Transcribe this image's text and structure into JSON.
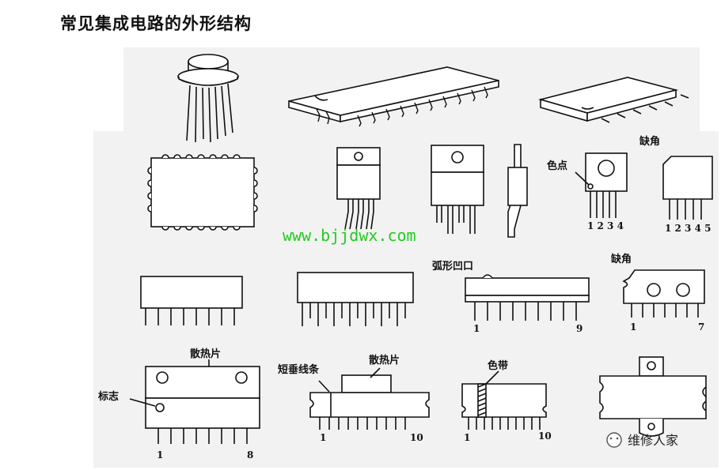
{
  "title": "常见集成电路的外形结构",
  "labels": {
    "color_dot": "色点",
    "notch_corner_top": "缺角",
    "arc_notch": "弧形凹口",
    "notch_corner": "缺角",
    "heatsink_1": "散热片",
    "marker": "标志",
    "short_vertical_bar": "短垂线条",
    "heatsink_2": "散热片",
    "color_band": "色带"
  },
  "pin_numbers": {
    "sip5_a": "1 2 3 4",
    "sip5_b": "1 2 3 4 5",
    "sip9_start": "1",
    "sip9_end": "9",
    "zip7_start": "1",
    "zip7_end": "7",
    "hs8_start": "1",
    "hs8_end": "8",
    "sv10_start": "1",
    "sv10_end": "10",
    "cb10_start": "1",
    "cb10_end": "10"
  },
  "watermark": "www.bjjdwx.com",
  "badge": "维修人家"
}
